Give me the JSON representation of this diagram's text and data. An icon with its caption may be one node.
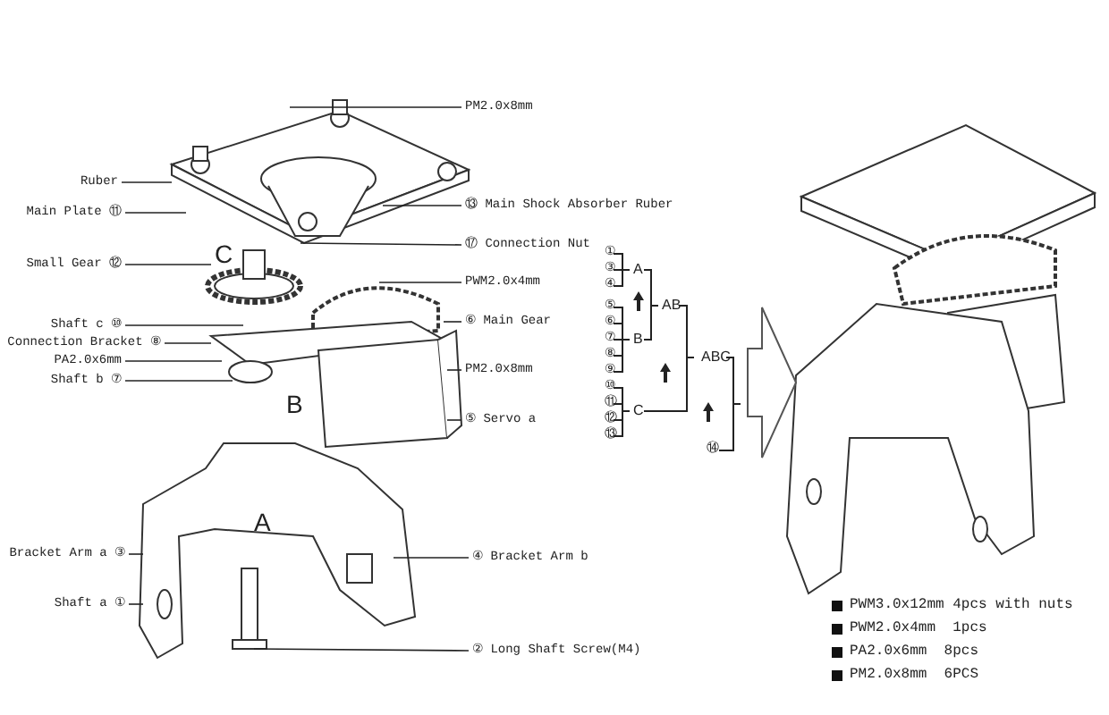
{
  "diagram": {
    "nodes": [
      {
        "text": [
          "PM2.0x8mm"
        ]
      },
      {
        "text": [
          "Ruber"
        ]
      },
      {
        "text": [
          "Main Plate ⑪"
        ]
      },
      {
        "text": [
          "⑬ Main Shock Absorber Ruber"
        ]
      },
      {
        "text": [
          "Small Gear ⑫"
        ]
      },
      {
        "text": [
          "⑰ Connection Nut"
        ]
      },
      {
        "text": [
          "PWM2.0x4mm"
        ]
      },
      {
        "text": [
          "Shaft c ⑩"
        ]
      },
      {
        "text": [
          "⑥ Main Gear"
        ]
      },
      {
        "text": [
          "Connection Bracket ⑧"
        ]
      },
      {
        "text": [
          "PA2.0x6mm"
        ]
      },
      {
        "text": [
          "Shaft b ⑦"
        ]
      },
      {
        "text": [
          "PM2.0x8mm"
        ]
      },
      {
        "text": [
          "⑤ Servo a"
        ]
      },
      {
        "text": [
          "Bracket Arm a ③"
        ]
      },
      {
        "text": [
          "④ Bracket Arm b"
        ]
      },
      {
        "text": [
          "Shaft a ①"
        ]
      },
      {
        "text": [
          "② Long Shaft Screw(M4)"
        ]
      },
      {
        "text": [],
        "shape": "picture"
      },
      {
        "text": [],
        "shape": "picture"
      },
      {
        "text": [],
        "shape": "picture"
      },
      {
        "text": [],
        "shape": "picture"
      },
      {
        "text": [],
        "shape": "picture"
      }
    ],
    "edges": [
      {
        "from": 0,
        "to": 18,
        "arrow": "none"
      },
      {
        "from": 1,
        "to": 18,
        "arrow": "none"
      },
      {
        "from": 2,
        "to": 18,
        "arrow": "none"
      },
      {
        "from": 3,
        "to": 18,
        "arrow": "none"
      },
      {
        "from": 4,
        "to": 19,
        "arrow": "none"
      },
      {
        "from": 5,
        "to": 18,
        "arrow": "none"
      },
      {
        "from": 6,
        "to": 20,
        "arrow": "none"
      },
      {
        "from": 7,
        "to": 20,
        "arrow": "none"
      },
      {
        "from": 8,
        "to": 20,
        "arrow": "none"
      },
      {
        "from": 9,
        "to": 20,
        "arrow": "none"
      },
      {
        "from": 10,
        "to": 20,
        "arrow": "none"
      },
      {
        "from": 11,
        "to": 20,
        "arrow": "none"
      },
      {
        "from": 12,
        "to": 20,
        "arrow": "none"
      },
      {
        "from": 13,
        "to": 20,
        "arrow": "none"
      },
      {
        "from": 14,
        "to": 21,
        "arrow": "none"
      },
      {
        "from": 15,
        "to": 21,
        "arrow": "none"
      },
      {
        "from": 16,
        "to": 21,
        "arrow": "none"
      },
      {
        "from": 17,
        "to": 22,
        "arrow": "none"
      }
    ],
    "labels": [
      "C",
      "B",
      "A",
      "①",
      "③",
      "④",
      "A",
      "⑤",
      "⑥",
      "⑦",
      "⑧",
      "⑨",
      "B",
      "AB",
      "⑩",
      "⑪",
      "⑫",
      "⑬",
      "C",
      "ABC",
      "⑭"
    ],
    "legend": [
      {
        "text": "PWM3.0x12mm 4pcs with nuts",
        "color": "#111111"
      },
      {
        "text": "PWM2.0x4mm  1pcs",
        "color": "#111111"
      },
      {
        "text": "PA2.0x6mm  8pcs",
        "color": "#111111"
      },
      {
        "text": "PM2.0x8mm  6PCS",
        "color": "#111111"
      }
    ]
  }
}
